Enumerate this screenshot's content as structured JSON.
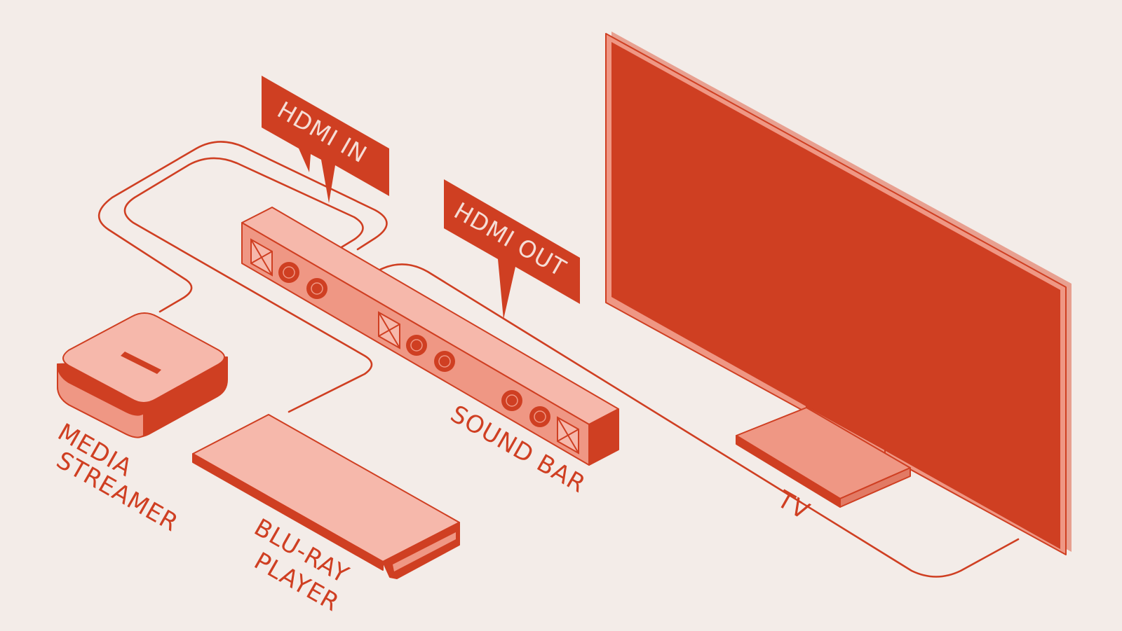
{
  "colors": {
    "background": "#f3ece8",
    "accent": "#cf3f22",
    "light": "#f6b8ab",
    "mid": "#ef9784",
    "tag_text": "#f5ddd6"
  },
  "labels": {
    "hdmi_in": "HDMI IN",
    "hdmi_out": "HDMI OUT",
    "media_streamer": [
      "MEDIA",
      "STREAMER"
    ],
    "blu_ray_player": [
      "BLU-RAY",
      "PLAYER"
    ],
    "sound_bar": "SOUND BAR",
    "tv": "TV"
  },
  "icons": [
    "media-streamer-icon",
    "blu-ray-player-icon",
    "sound-bar-icon",
    "tv-icon"
  ]
}
